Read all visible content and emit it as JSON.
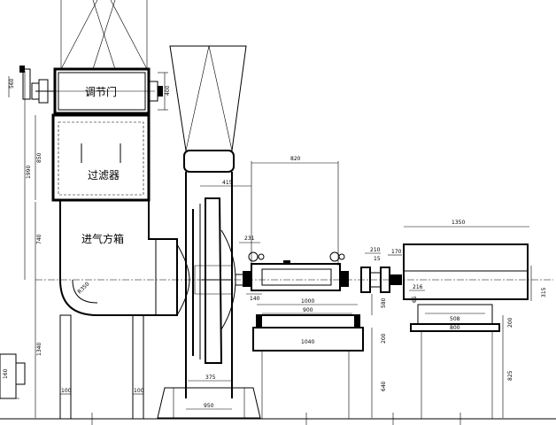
{
  "labels": {
    "damper": "调节门",
    "filter": "过滤器",
    "inlet_box": "进气方箱"
  },
  "dimensions": {
    "d560": "560",
    "d400": "400",
    "d850": "850",
    "d1990": "1990",
    "d740": "740",
    "d1340": "1340",
    "r350": "R350",
    "d100a": "100",
    "d100b": "100",
    "d820": "820",
    "d415": "415",
    "d231": "231",
    "d140": "140",
    "d375": "375",
    "d950": "950",
    "d1000": "1000",
    "d900": "900",
    "d1040": "1040",
    "d580": "580",
    "d200": "200",
    "d640": "640",
    "d210": "210",
    "d15": "15",
    "d170": "170",
    "d1350": "1350",
    "d216": "216",
    "d65": "65",
    "d508": "508",
    "d800": "800",
    "d200b": "200",
    "d825": "825",
    "d315": "315",
    "d160": "160"
  }
}
